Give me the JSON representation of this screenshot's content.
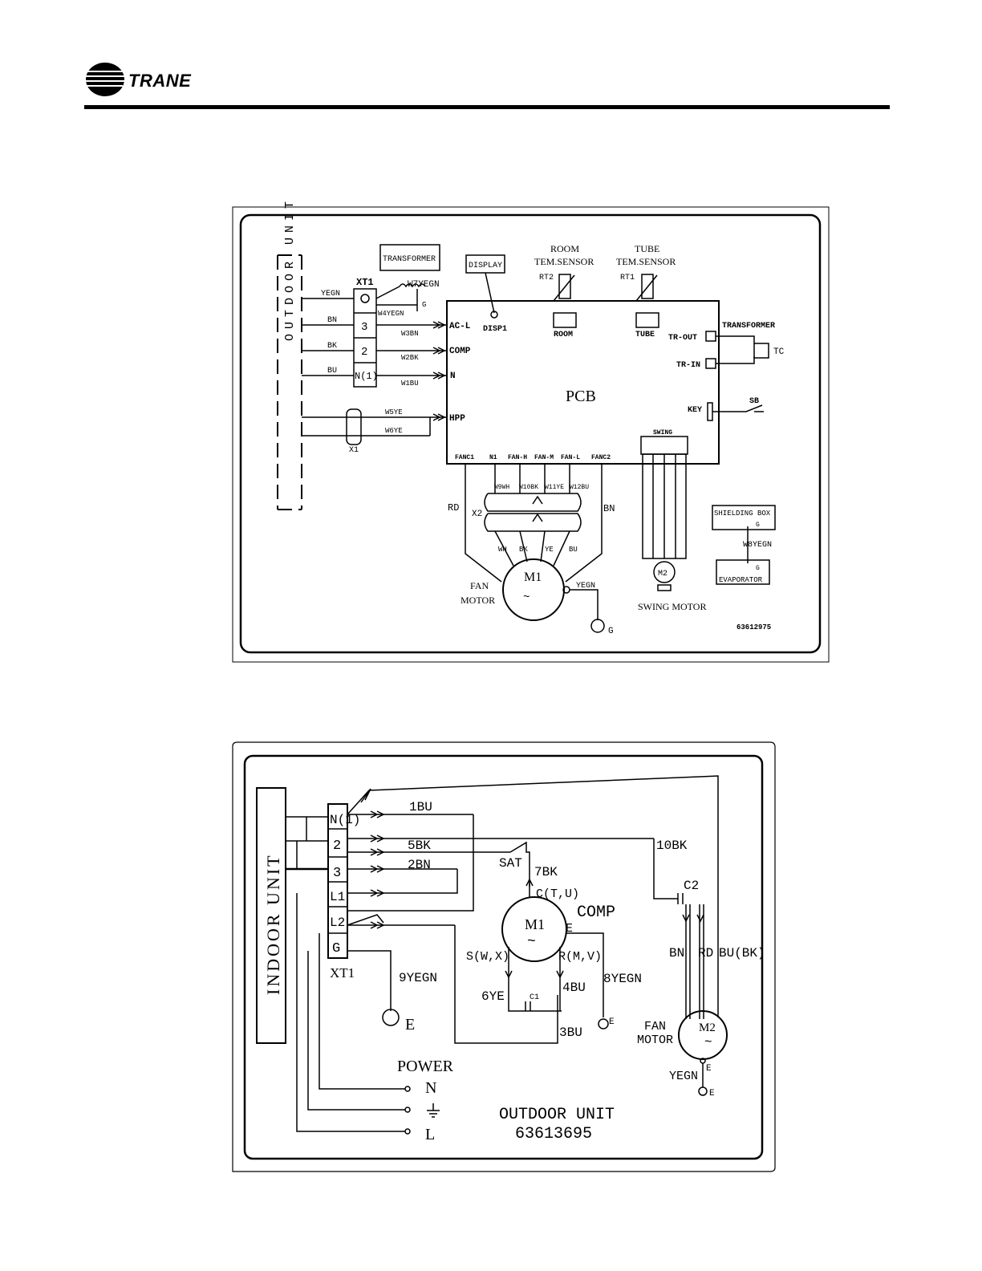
{
  "brand": {
    "name": "TRANE"
  },
  "indoor": {
    "outdoor_unit_label": "OUTDOOR UNIT",
    "xt1": "XT1",
    "transformer_box": "TRANSFORMER",
    "w7": "W7YEGN",
    "w4": "W4YEGN",
    "g": "G",
    "yegn": "YEGN",
    "bn": "BN",
    "bk": "BK",
    "bu": "BU",
    "term3": "3",
    "term2": "2",
    "termN": "N(1)",
    "w3": "W3BN",
    "w2": "W2BK",
    "w1": "W1BU",
    "acl": "AC-L",
    "comp": "COMP",
    "n": "N",
    "hpp": "HPP",
    "w5": "W5YE",
    "w6": "W6YE",
    "x1": "X1",
    "display": "DISPLAY",
    "disp1": "DISP1",
    "room_title1": "ROOM",
    "room_title2": "TEM.SENSOR",
    "rt2": "RT2",
    "room": "ROOM",
    "tube_title1": "TUBE",
    "tube_title2": "TEM.SENSOR",
    "rt1": "RT1",
    "tube": "TUBE",
    "transformer_r": "TRANSFORMER",
    "tr_out": "TR-OUT",
    "tr_in": "TR-IN",
    "tc": "TC",
    "pcb": "PCB",
    "key": "KEY",
    "sb": "SB",
    "swing": "SWING",
    "fanc1": "FANC1",
    "n1": "N1",
    "fanh": "FAN-H",
    "fanm": "FAN-M",
    "fanl": "FAN-L",
    "fanc2": "FANC2",
    "w9": "W9WH",
    "w10": "W10BK",
    "w11": "W11YE",
    "w12": "W12BU",
    "rd": "RD",
    "bn2": "BN",
    "x2": "X2",
    "wh": "WH",
    "bk2": "BK",
    "ye": "YE",
    "bu2": "BU",
    "m1": "M1",
    "fan": "FAN",
    "motor": "MOTOR",
    "yegn2": "YEGN",
    "g2": "G",
    "m2": "M2",
    "swing_motor": "SWING MOTOR",
    "shield": "SHIELDING BOX",
    "g3": "G",
    "w8": "W8YEGN",
    "g4": "G",
    "evap": "EVAPORATOR",
    "code": "63612975"
  },
  "outdoor": {
    "indoor_unit": "INDOOR UNIT",
    "tN": "N(1)",
    "t2": "2",
    "t3": "3",
    "tL1": "L1",
    "tL2": "L2",
    "tG": "G",
    "xt1": "XT1",
    "w1bu": "1BU",
    "w5bk": "5BK",
    "w2bn": "2BN",
    "sat": "SAT",
    "w7bk": "7BK",
    "ctu": "C(T,U)",
    "m1": "M1",
    "comp": "COMP",
    "e": "E",
    "sw": "S(W,X)",
    "rm": "R(M,V)",
    "w8yegn": "8YEGN",
    "e2": "E",
    "w6ye": "6YE",
    "c1": "C1",
    "w4bu": "4BU",
    "w3bu": "3BU",
    "w9yegn": "9YEGN",
    "e3": "E",
    "w10bk": "10BK",
    "c2": "C2",
    "bn": "BN",
    "rd": "RD",
    "bubk": "BU(BK)",
    "fan": "FAN",
    "motor": "MOTOR",
    "m2": "M2",
    "yegn": "YEGN",
    "e4": "E",
    "e5": "E",
    "power": "POWER",
    "pN": "N",
    "pL": "L",
    "unit_title": "OUTDOOR UNIT",
    "code": "63613695"
  }
}
